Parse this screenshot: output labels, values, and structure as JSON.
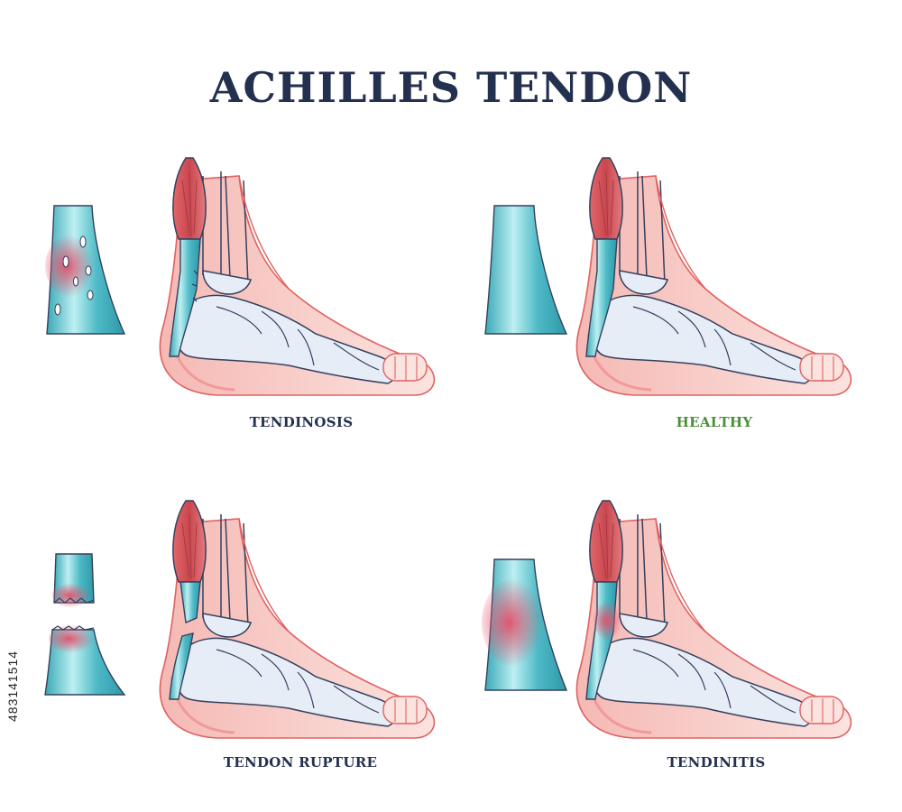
{
  "title": "ACHILLES TENDON",
  "panels": [
    {
      "label": "TENDINOSIS"
    },
    {
      "label": "HEALTHY"
    },
    {
      "label": "TENDON RUPTURE"
    },
    {
      "label": "TENDINITIS"
    }
  ],
  "watermark_id": "483141514",
  "colors": {
    "title": "#23304f",
    "healthy_label": "#4c8f3a",
    "muscle": "#d9575a",
    "tendon": "#5bc0c8",
    "skin": "#f6c8c2",
    "bone": "#e6edf6",
    "inflammation": "#d95a6a"
  }
}
